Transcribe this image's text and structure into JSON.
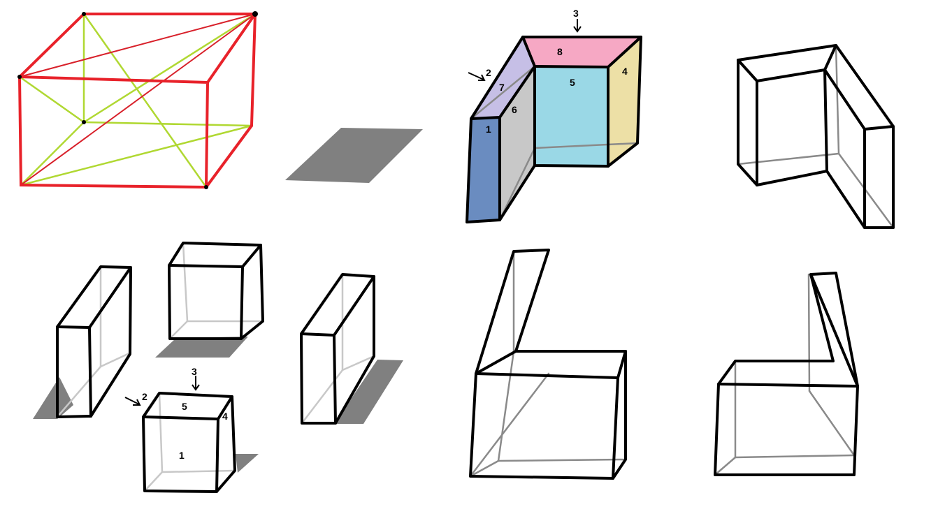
{
  "colors": {
    "wire_red": "#e8222a",
    "wire_green": "#b0d832",
    "shadow": "#808080",
    "face_blue": "#6a8cc0",
    "face_gray": "#c8c8c8",
    "face_lavender": "#c6bfe6",
    "face_pink": "#f6a8c4",
    "face_cyan": "#9ad8e6",
    "face_tan": "#ede0a6"
  },
  "colored_shape": {
    "labels": {
      "l1": "1",
      "l2": "2",
      "l3": "3",
      "l4": "4",
      "l5": "5",
      "l6": "6",
      "l7": "7",
      "l8": "8"
    }
  },
  "small_box": {
    "labels": {
      "l1": "1",
      "l2": "2",
      "l3": "3",
      "l4": "4",
      "l5": "5"
    }
  }
}
